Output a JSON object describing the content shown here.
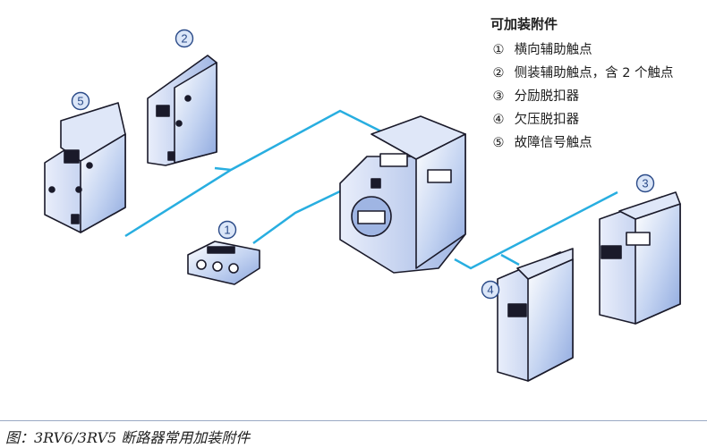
{
  "legend": {
    "title": "可加装附件",
    "items": [
      {
        "num": "①",
        "label": "横向辅助触点"
      },
      {
        "num": "②",
        "label": "侧装辅助触点，含 2 个触点"
      },
      {
        "num": "③",
        "label": "分励脱扣器"
      },
      {
        "num": "④",
        "label": "欠压脱扣器"
      },
      {
        "num": "⑤",
        "label": "故障信号触点"
      }
    ]
  },
  "callouts": [
    "1",
    "2",
    "3",
    "4",
    "5"
  ],
  "caption": "图：3RV6/3RV5 断路器常用加装附件",
  "colors": {
    "connector": "#28aee0",
    "device_body": "#b6c8ec",
    "device_edge": "#1a1a2a",
    "callout_ring": "#2a4a88",
    "callout_fill": "#dbe6f8"
  }
}
